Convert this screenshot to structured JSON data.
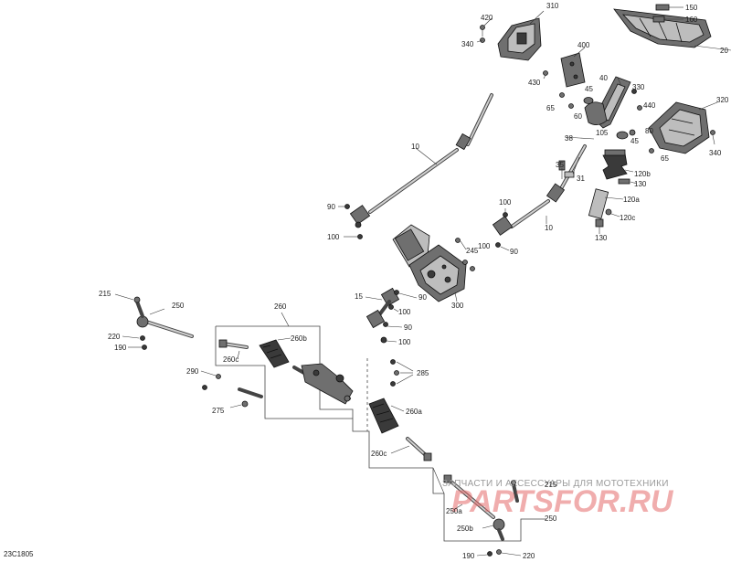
{
  "diagram": {
    "code": "23C1805",
    "watermark": {
      "text": "ЗАПЧАСТИ И АКСЕССУАРЫ ДЛЯ МОТОТЕХНИКИ",
      "logo": "PARTSFOR.RU"
    },
    "labels": {
      "l310": "310",
      "l420": "420",
      "l340a": "340",
      "l150": "150",
      "l160": "160",
      "l20": "20",
      "l400": "400",
      "l430": "430",
      "l40": "40",
      "l330": "330",
      "l45a": "45",
      "l65a": "65",
      "l60": "60",
      "l320": "320",
      "l440": "440",
      "l105": "105",
      "l45b": "45",
      "l80": "80",
      "l340b": "340",
      "l65b": "65",
      "l10a": "10",
      "l38": "38",
      "l35": "35",
      "l31": "31",
      "l120b": "120b",
      "l130a": "130",
      "l120a": "120a",
      "l120c": "120c",
      "l130b": "130",
      "l90a": "90",
      "l100a": "100",
      "l100b": "100",
      "l10b": "10",
      "l100c": "100",
      "l90b": "90",
      "l245": "245",
      "l215a": "215",
      "l250a": "250",
      "l15": "15",
      "l90c": "90",
      "l100d": "100",
      "l90d": "90",
      "l100e": "100",
      "l300": "300",
      "l220a": "220",
      "l190a": "190",
      "l260": "260",
      "l260b": "260b",
      "l260c_a": "260c",
      "l290": "290",
      "l285": "285",
      "l275": "275",
      "l260a": "260a",
      "l260c_b": "260c",
      "l215b": "215",
      "l250a2": "250a",
      "l250b": "250b",
      "l250c": "250",
      "l190b": "190",
      "l220b": "220"
    }
  }
}
